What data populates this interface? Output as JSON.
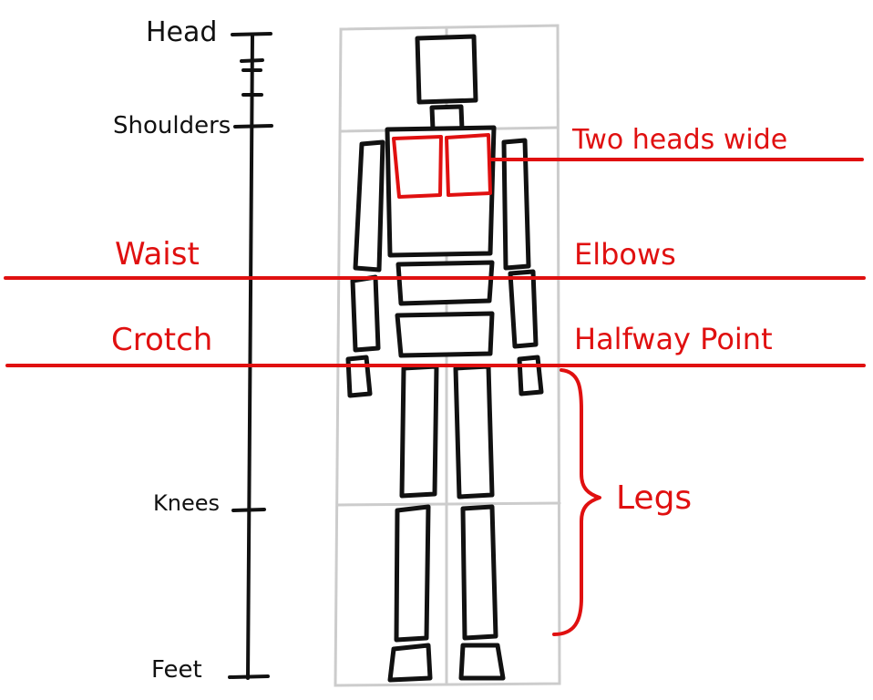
{
  "colors": {
    "ink": "#111111",
    "accent": "#e01010",
    "grid": "#cccccc",
    "background": "#ffffff"
  },
  "scale": {
    "head_label": "Head",
    "shoulders_label": "Shoulders",
    "knees_label": "Knees",
    "feet_label": "Feet"
  },
  "annotations": {
    "two_heads_wide": "Two heads wide",
    "waist": "Waist",
    "elbows": "Elbows",
    "crotch": "Crotch",
    "halfway_point": "Halfway Point",
    "legs": "Legs"
  }
}
